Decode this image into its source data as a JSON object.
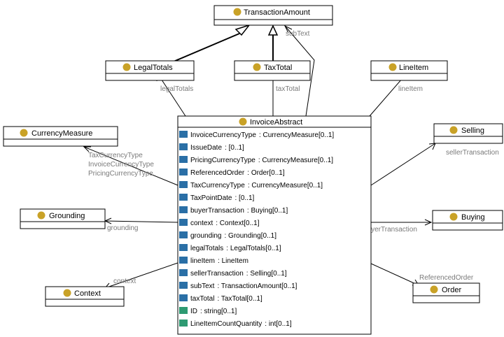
{
  "colors": {
    "class_bullet": "#c9a227",
    "attr_object": "#2a6fa6",
    "attr_primitive": "#2e9a72",
    "line": "#000000",
    "edge_label": "#7a7a7a"
  },
  "classes": {
    "transaction_amount": "TransactionAmount",
    "legal_totals": "LegalTotals",
    "tax_total": "TaxTotal",
    "line_item": "LineItem",
    "currency_measure": "CurrencyMeasure",
    "selling": "Selling",
    "grounding": "Grounding",
    "buying": "Buying",
    "context": "Context",
    "order": "Order",
    "invoice_abstract": "InvoiceAbstract"
  },
  "attributes": [
    {
      "name": "InvoiceCurrencyType",
      "type": ": CurrencyMeasure[0..1]",
      "kind": "object"
    },
    {
      "name": "IssueDate",
      "type": ": [0..1]",
      "kind": "object"
    },
    {
      "name": "PricingCurrencyType",
      "type": ": CurrencyMeasure[0..1]",
      "kind": "object"
    },
    {
      "name": "ReferencedOrder",
      "type": ": Order[0..1]",
      "kind": "object"
    },
    {
      "name": "TaxCurrencyType",
      "type": ": CurrencyMeasure[0..1]",
      "kind": "object"
    },
    {
      "name": "TaxPointDate",
      "type": ": [0..1]",
      "kind": "object"
    },
    {
      "name": "buyerTransaction",
      "type": ": Buying[0..1]",
      "kind": "object"
    },
    {
      "name": "context",
      "type": ": Context[0..1]",
      "kind": "object"
    },
    {
      "name": "grounding",
      "type": ": Grounding[0..1]",
      "kind": "object"
    },
    {
      "name": "legalTotals",
      "type": ": LegalTotals[0..1]",
      "kind": "object"
    },
    {
      "name": "lineItem",
      "type": ": LineItem",
      "kind": "object"
    },
    {
      "name": "sellerTransaction",
      "type": ": Selling[0..1]",
      "kind": "object"
    },
    {
      "name": "subText",
      "type": ": TransactionAmount[0..1]",
      "kind": "object"
    },
    {
      "name": "taxTotal",
      "type": ": TaxTotal[0..1]",
      "kind": "object"
    },
    {
      "name": "ID",
      "type": ": string[0..1]",
      "kind": "primitive"
    },
    {
      "name": "LineItemCountQuantity",
      "type": ": int[0..1]",
      "kind": "primitive"
    }
  ],
  "edge_labels": {
    "sub_text": "subText",
    "legal_totals": "legalTotals",
    "tax_total": "taxTotal",
    "line_item": "lineItem",
    "tax_currency_type": "TaxCurrencyType",
    "invoice_currency_type": "InvoiceCurrencyType",
    "pricing_currency_type": "PricingCurrencyType",
    "seller_transaction": "sellerTransaction",
    "grounding": "grounding",
    "buyer_transaction": "buyerTransaction",
    "context": "context",
    "referenced_order": "ReferencedOrder"
  }
}
